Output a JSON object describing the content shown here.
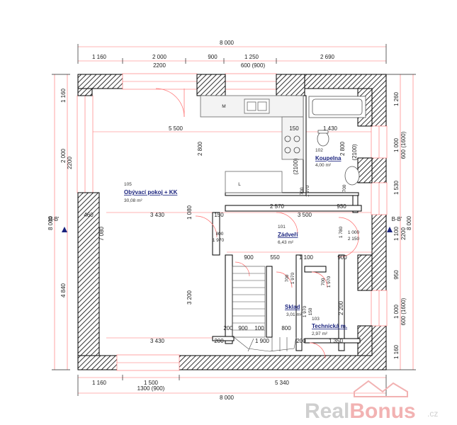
{
  "plan": {
    "dims": {
      "top_total": "8 000",
      "top_segments": [
        "1 160",
        "2 000",
        "900",
        "1 250",
        "2 690"
      ],
      "top_sub": [
        "2200",
        "600 (900)"
      ],
      "bottom_segments": [
        "1 160",
        "1 500",
        "5 340"
      ],
      "bottom_sub": "1300 (900)",
      "bottom_total": "8 000",
      "left_total": "8 000",
      "left_outer": [
        "1 160",
        "2 000",
        "2200"
      ],
      "left_mid": [
        "7 080",
        "4 840"
      ],
      "right_outer": [
        "1 260",
        "1 000",
        "600 (1600)",
        "1 530",
        "1 100",
        "2200",
        "950",
        "1 000",
        "600 (1600)",
        "1 160"
      ],
      "right_total": "8 000",
      "interior": [
        "5 500",
        "150",
        "1 430",
        "2 800",
        "2 800",
        "(2100)",
        "(2100)",
        "3 430",
        "150",
        "2 570",
        "3 500",
        "930",
        "460",
        "1 080",
        "800",
        "1 970",
        "1 000",
        "2 150",
        "1 780",
        "900",
        "550",
        "1 100",
        "900",
        "3 200",
        "2 200",
        "900",
        "100",
        "800",
        "200",
        "3 430",
        "200",
        "1 900",
        "200",
        "1 350",
        "700",
        "1 970",
        "700",
        "1 970",
        "700",
        "1 970",
        "700",
        "1 970",
        "150",
        "1 970",
        "700"
      ]
    },
    "section_marks": [
      "B-B'",
      "B-B'"
    ],
    "rooms": [
      {
        "number": "105",
        "name": "Obývací pokoj + KK",
        "area": "30,08 m²"
      },
      {
        "number": "102",
        "name": "Koupelna",
        "area": "4,00 m²"
      },
      {
        "number": "101",
        "name": "Zádveří",
        "area": "6,43 m²"
      },
      {
        "number": "",
        "name": "Sklad",
        "area": "3,01 m²"
      },
      {
        "number": "103",
        "name": "Technická m.",
        "area": "2,97 m²"
      }
    ],
    "fixture_labels": [
      "M",
      "L"
    ]
  },
  "branding": {
    "part1": "Real",
    "part2": "Bonus",
    "suffix": ".cz"
  },
  "colors": {
    "dimension_line": "#ff6b6b",
    "wall_hatch": "#000000",
    "room_label": "#1a237e",
    "brand_grey": "#cfcfcf",
    "brand_red": "#f2b2b2"
  }
}
